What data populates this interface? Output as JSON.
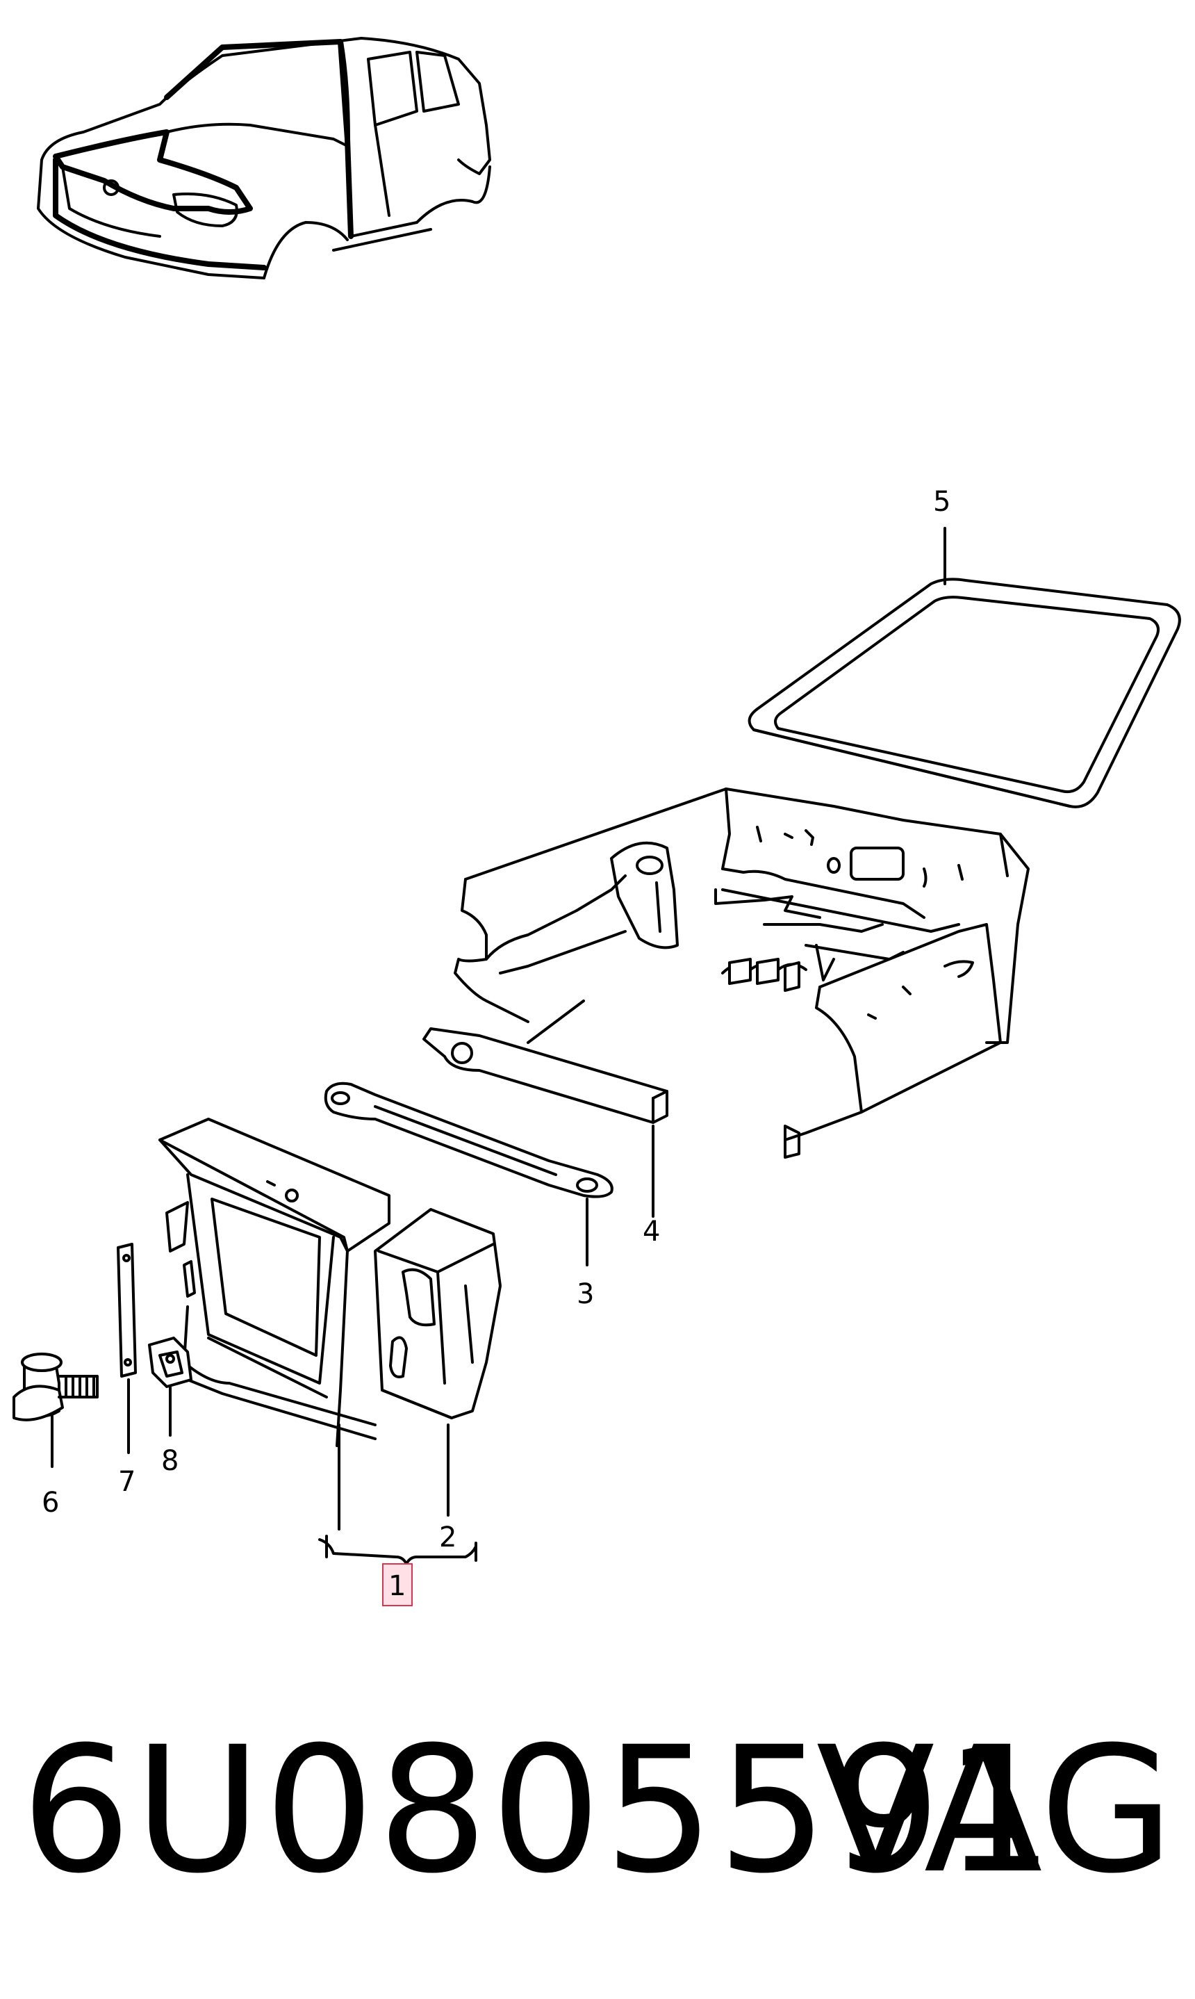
{
  "callouts": {
    "c1": "1",
    "c2": "2",
    "c3": "3",
    "c4": "4",
    "c5": "5",
    "c6": "6",
    "c7": "7",
    "c8": "8"
  },
  "footer": {
    "part_number": "6U0805591",
    "brand": "VAG"
  },
  "highlight_color": "#ffe0e6",
  "highlight_border": "#d9364f"
}
